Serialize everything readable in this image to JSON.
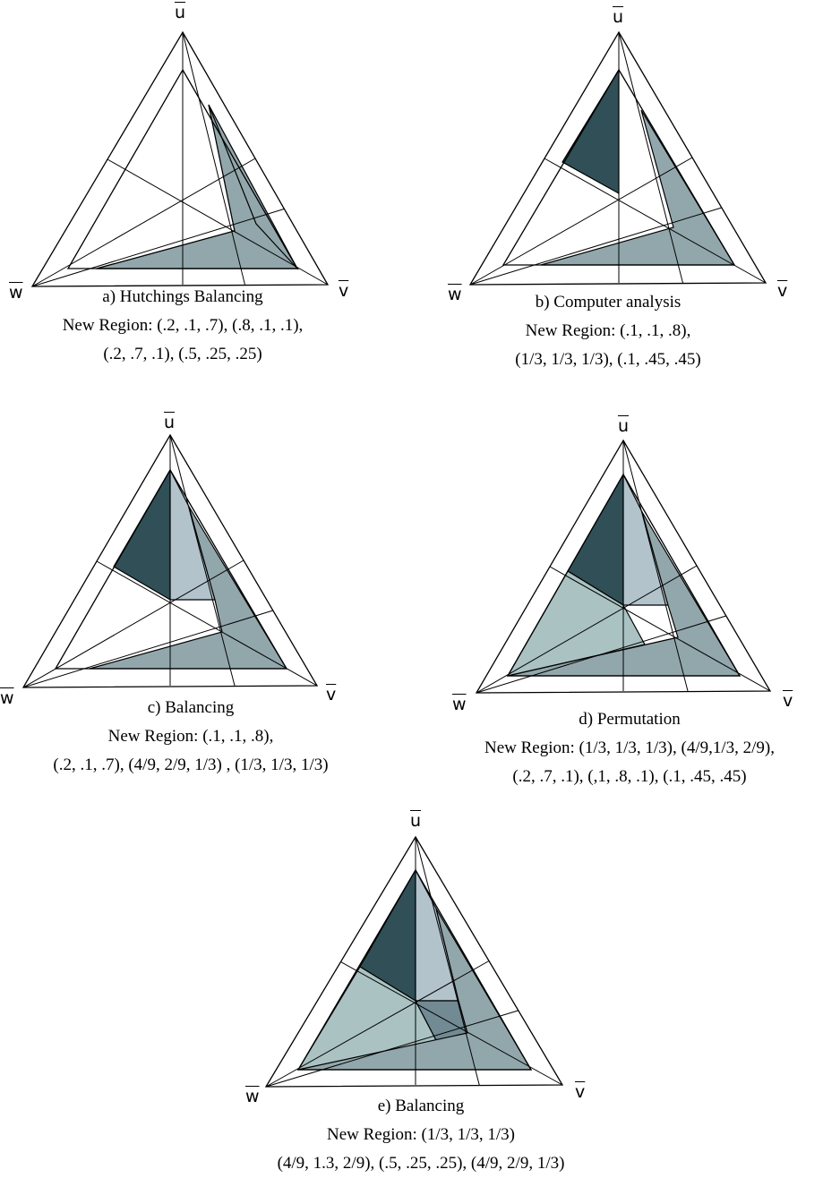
{
  "vertex_labels": {
    "u": "u",
    "v": "v",
    "w": "w"
  },
  "panels": [
    {
      "id": "a",
      "title": "a) Hutchings Balancing",
      "region_lines": [
        "New Region: (.2, .1, .7), (.8, .1, .1),",
        "(.2, .7, .1), (.5, .25, .25)"
      ]
    },
    {
      "id": "b",
      "title": "b) Computer analysis",
      "region_lines": [
        "New Region: (.1, .1, .8),",
        "(1/3, 1/3, 1/3), (.1, .45, .45)"
      ]
    },
    {
      "id": "c",
      "title": "c) Balancing",
      "region_lines": [
        "New Region: (.1, .1, .8),",
        "(.2, .1, .7), (4/9, 2/9, 1/3) , (1/3, 1/3, 1/3)"
      ]
    },
    {
      "id": "d",
      "title": "d) Permutation",
      "region_lines": [
        "New Region: (1/3, 1/3, 1/3), (4/9,1/3, 2/9),",
        "(.2, .7, .1), (,1, .8, .1), (.1, .45, .45)"
      ]
    },
    {
      "id": "e",
      "title": "e) Balancing",
      "region_lines": [
        "New Region: (1/3, 1/3, 1/3)",
        "(4/9, 1.3, 2/9), (.5, .25, .25), (4/9, 2/9, 1/3)"
      ]
    }
  ],
  "colors": {
    "mid_region": "#92a7ab",
    "dark_region": "#304f56",
    "light_region": "#b2c3cc",
    "pale_region": "#aac2c2",
    "deep_region": "#718a94"
  }
}
